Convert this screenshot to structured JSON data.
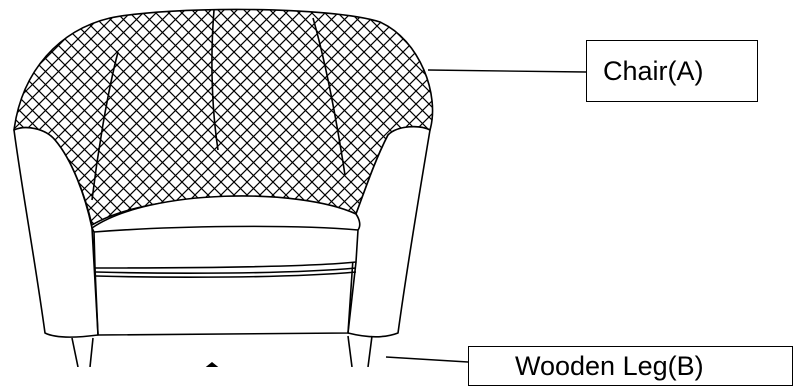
{
  "diagram": {
    "parts": [
      {
        "id": "chair",
        "label": "Chair(A)"
      },
      {
        "id": "leg",
        "label": "Wooden Leg(B)"
      }
    ],
    "colors": {
      "line": "#000000",
      "background": "#ffffff"
    }
  }
}
